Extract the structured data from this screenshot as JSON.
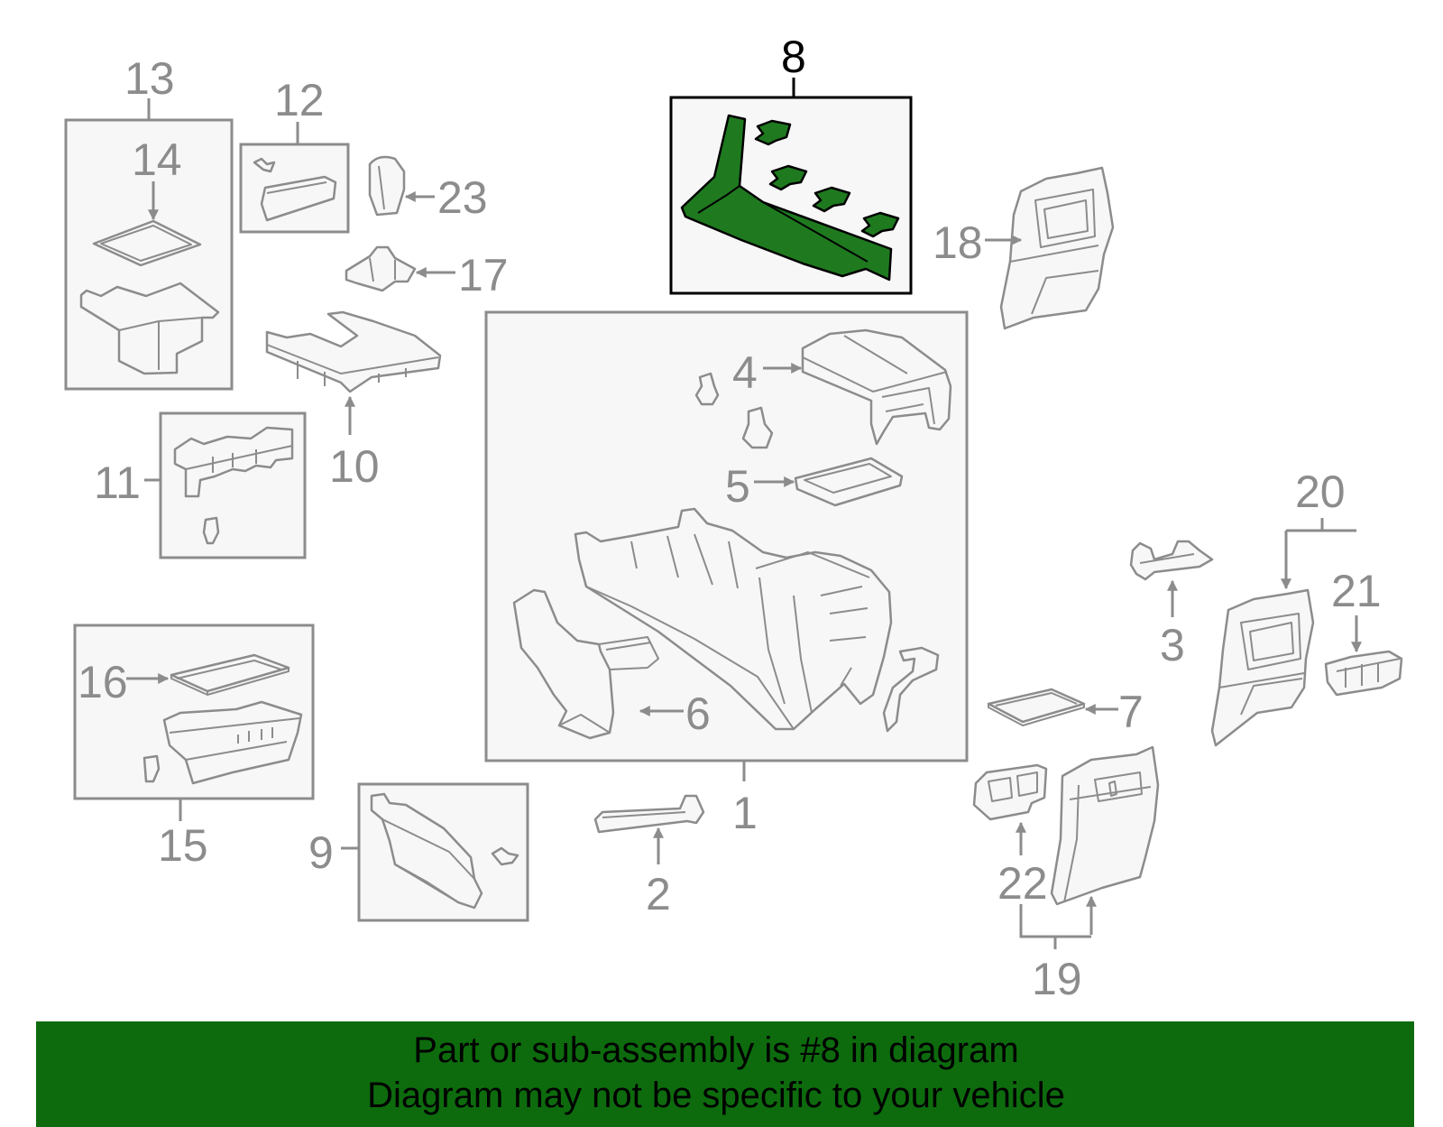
{
  "colors": {
    "highlight_fill": "#1f7a1f",
    "banner_bg": "#0d6b0d",
    "part_stroke": "#8c8c8c",
    "highlight_stroke": "#000000"
  },
  "callouts": {
    "c1": "1",
    "c2": "2",
    "c3": "3",
    "c4": "4",
    "c5": "5",
    "c6": "6",
    "c7": "7",
    "c8": "8",
    "c9": "9",
    "c10": "10",
    "c11": "11",
    "c12": "12",
    "c13": "13",
    "c14": "14",
    "c15": "15",
    "c16": "16",
    "c17": "17",
    "c18": "18",
    "c19": "19",
    "c20": "20",
    "c21": "21",
    "c22": "22",
    "c23": "23"
  },
  "highlighted_part": "8",
  "banner": {
    "line1": "Part or sub-assembly is #8 in diagram",
    "line2": "Diagram may not be specific to your vehicle"
  }
}
